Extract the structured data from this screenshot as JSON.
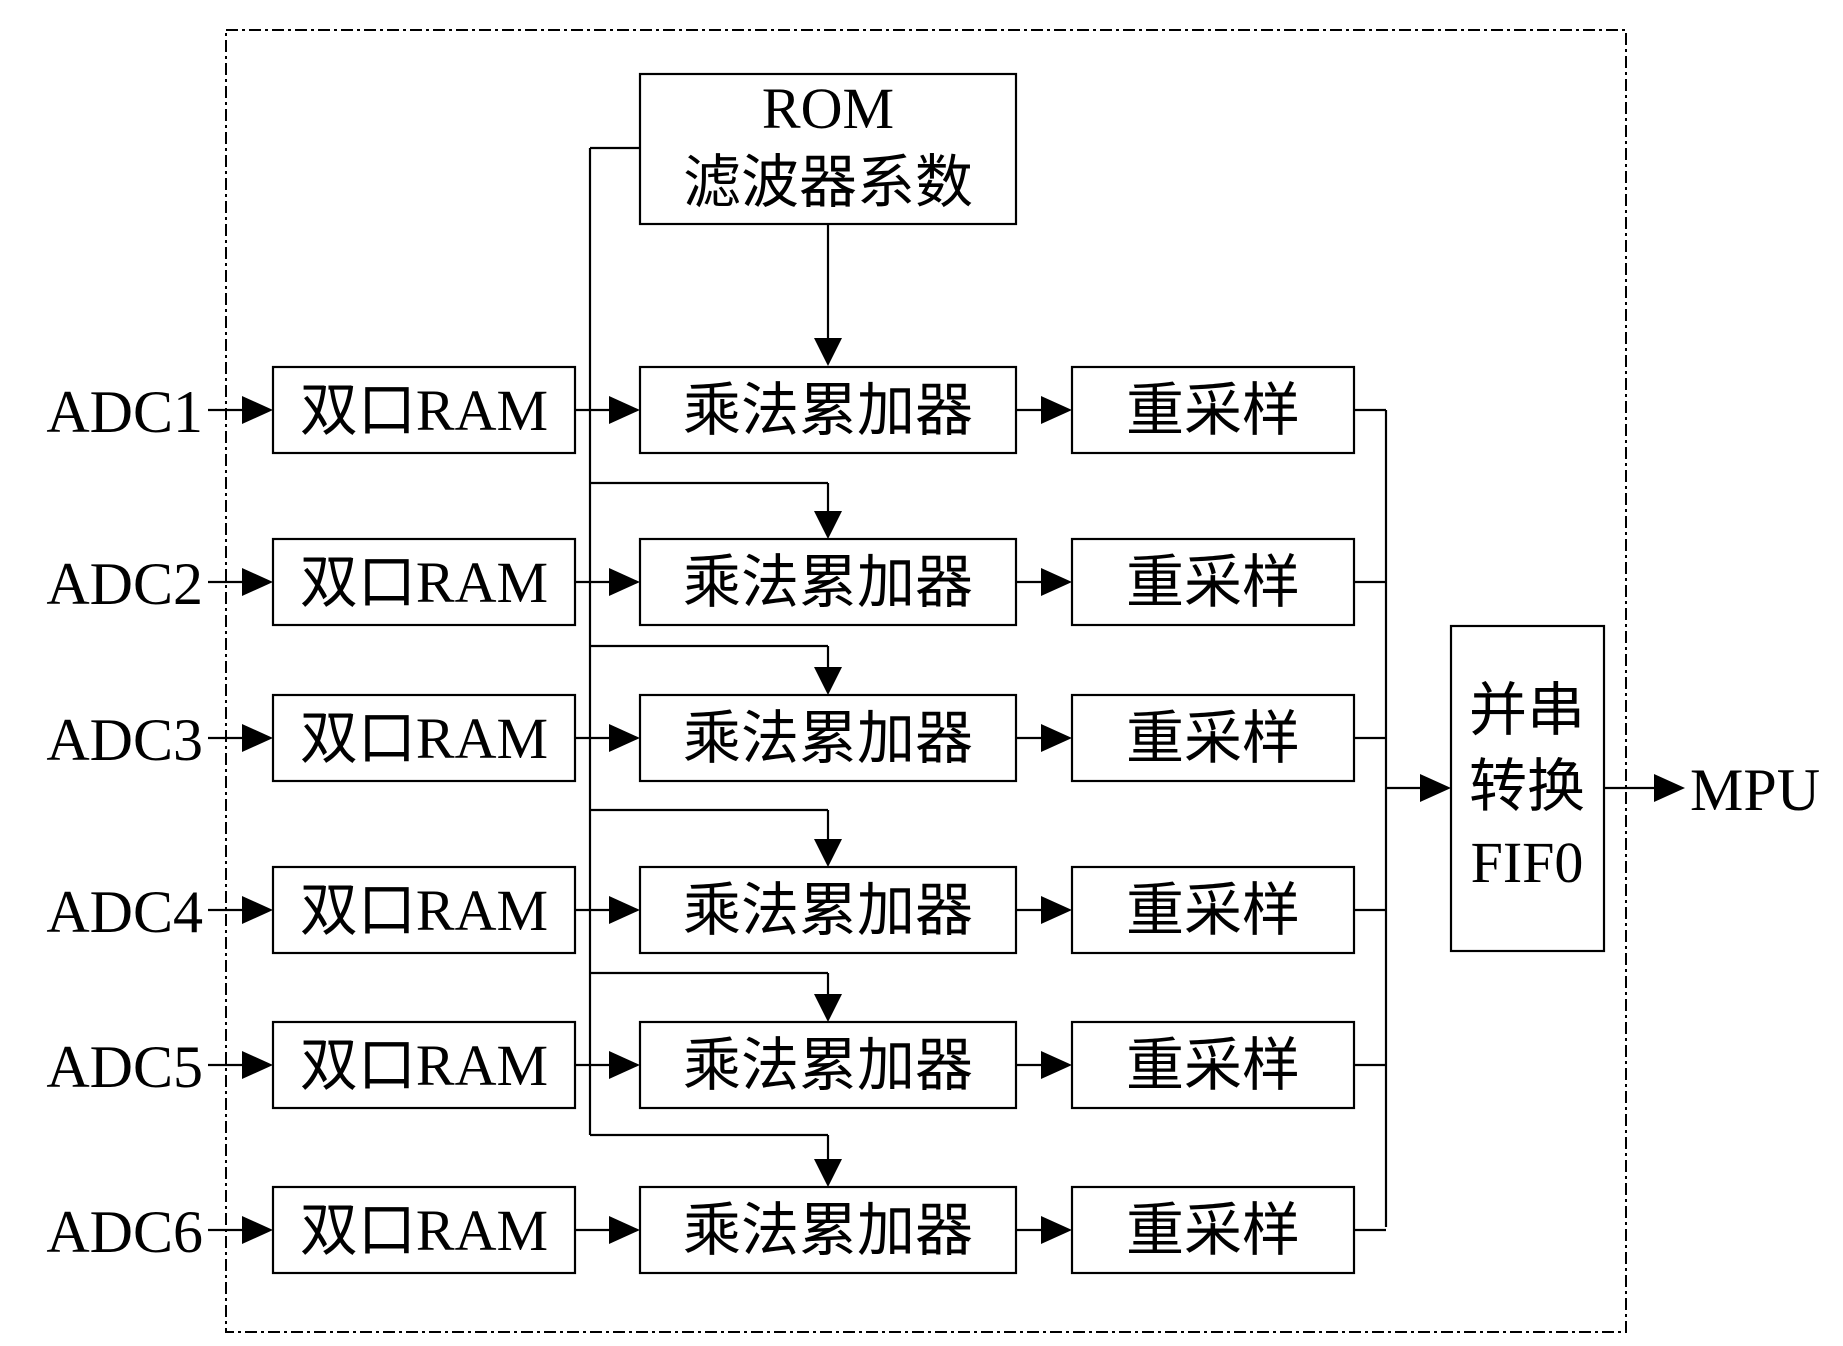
{
  "rom": {
    "line1": "ROM",
    "line2": "滤波器系数"
  },
  "channels": [
    {
      "adc": "ADC1",
      "ram": "双口RAM",
      "mac": "乘法累加器",
      "resample": "重采样"
    },
    {
      "adc": "ADC2",
      "ram": "双口RAM",
      "mac": "乘法累加器",
      "resample": "重采样"
    },
    {
      "adc": "ADC3",
      "ram": "双口RAM",
      "mac": "乘法累加器",
      "resample": "重采样"
    },
    {
      "adc": "ADC4",
      "ram": "双口RAM",
      "mac": "乘法累加器",
      "resample": "重采样"
    },
    {
      "adc": "ADC5",
      "ram": "双口RAM",
      "mac": "乘法累加器",
      "resample": "重采样"
    },
    {
      "adc": "ADC6",
      "ram": "双口RAM",
      "mac": "乘法累加器",
      "resample": "重采样"
    }
  ],
  "fifo": {
    "line1": "并串",
    "line2": "转换",
    "line3": "FIF0"
  },
  "output": "MPU"
}
